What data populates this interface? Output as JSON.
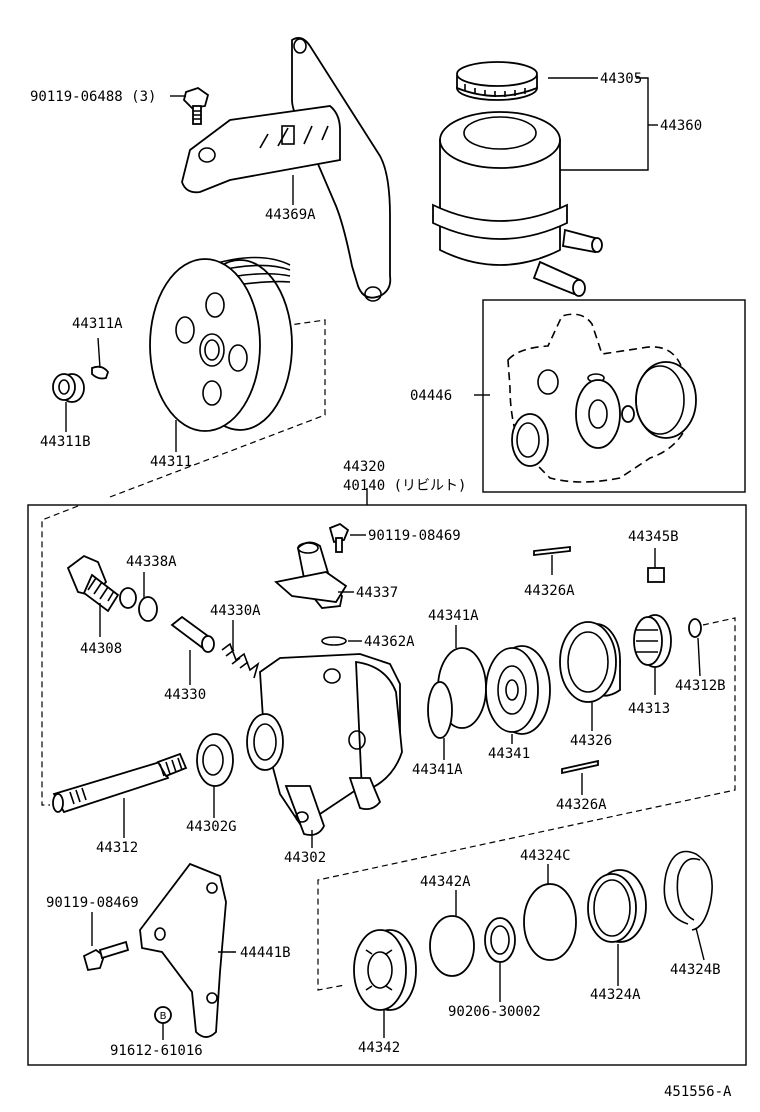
{
  "labels": {
    "bolt_90119_06488": "90119-06488 (3)",
    "p44305": "44305",
    "p44360": "44360",
    "p44369A": "44369A",
    "p44311A": "44311A",
    "p44311B": "44311B",
    "p44311": "44311",
    "p04446": "04446",
    "p44320": "44320",
    "p40140": "40140 (リビルト)",
    "p90119_08469_top": "90119-08469",
    "p44345B": "44345B",
    "p44338A": "44338A",
    "p44337": "44337",
    "p44326A_top": "44326A",
    "p44308": "44308",
    "p44330A": "44330A",
    "p44341A_top": "44341A",
    "p44362A": "44362A",
    "p44312B": "44312B",
    "p44330": "44330",
    "p44313": "44313",
    "p44326": "44326",
    "p44341": "44341",
    "p44341A_bot": "44341A",
    "p44302G": "44302G",
    "p44326A_bot": "44326A",
    "p44312": "44312",
    "p44302": "44302",
    "p44324C": "44324C",
    "p44342A": "44342A",
    "p90119_08469_bot": "90119-08469",
    "p44441B": "44441B",
    "p44324B": "44324B",
    "p44324A": "44324A",
    "p90206_30002": "90206-30002",
    "p91612_61016": "91612-61016",
    "p44342": "44342",
    "figure_number": "451556-A"
  }
}
